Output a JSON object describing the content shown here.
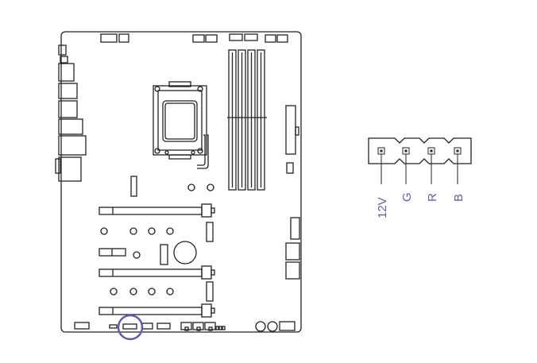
{
  "header": {
    "pins": [
      {
        "label": "12V"
      },
      {
        "label": "G"
      },
      {
        "label": "R"
      },
      {
        "label": "B"
      }
    ]
  },
  "colors": {
    "line": "#222222",
    "highlight": "#6a59a6",
    "label": "#6a59a6"
  }
}
